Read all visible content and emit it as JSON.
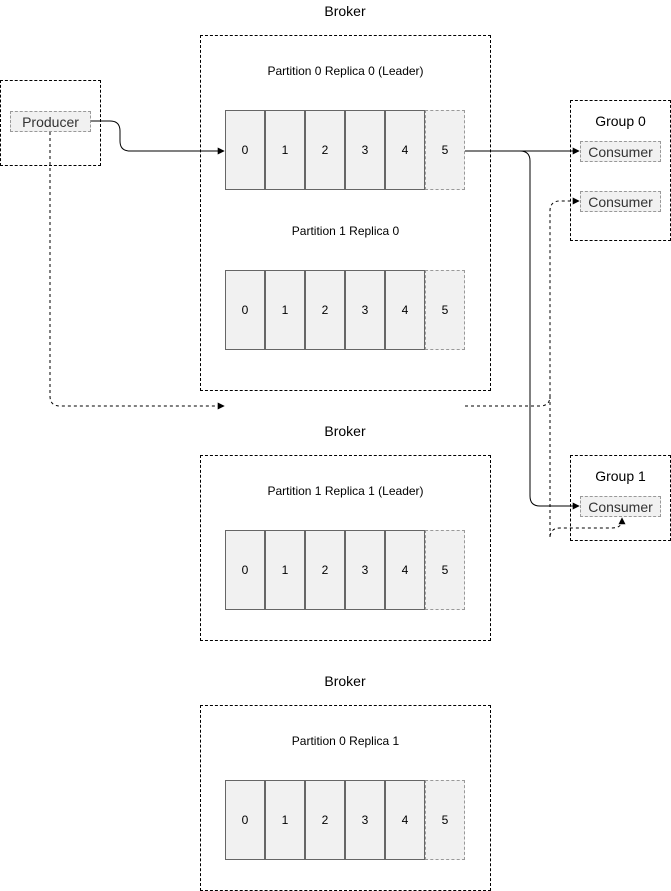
{
  "broker_title": "Broker",
  "producer": {
    "label": "Producer"
  },
  "brokers": [
    {
      "title": "Broker",
      "partitions": [
        {
          "label": "Partition 0 Replica 0 (Leader)",
          "cells": [
            "0",
            "1",
            "2",
            "3",
            "4",
            "5"
          ]
        },
        {
          "label": "Partition 1 Replica 0",
          "cells": [
            "0",
            "1",
            "2",
            "3",
            "4",
            "5"
          ]
        }
      ]
    },
    {
      "title": "Broker",
      "partitions": [
        {
          "label": "Partition 1 Replica 1 (Leader)",
          "cells": [
            "0",
            "1",
            "2",
            "3",
            "4",
            "5"
          ]
        }
      ]
    },
    {
      "title": "Broker",
      "partitions": [
        {
          "label": "Partition 0 Replica 1",
          "cells": [
            "0",
            "1",
            "2",
            "3",
            "4",
            "5"
          ]
        }
      ]
    }
  ],
  "groups": [
    {
      "title": "Group 0",
      "consumers": [
        "Consumer",
        "Consumer"
      ]
    },
    {
      "title": "Group 1",
      "consumers": [
        "Consumer"
      ]
    }
  ],
  "colors": {
    "cell_fill": "#f1f1f1",
    "stroke": "#000000"
  }
}
